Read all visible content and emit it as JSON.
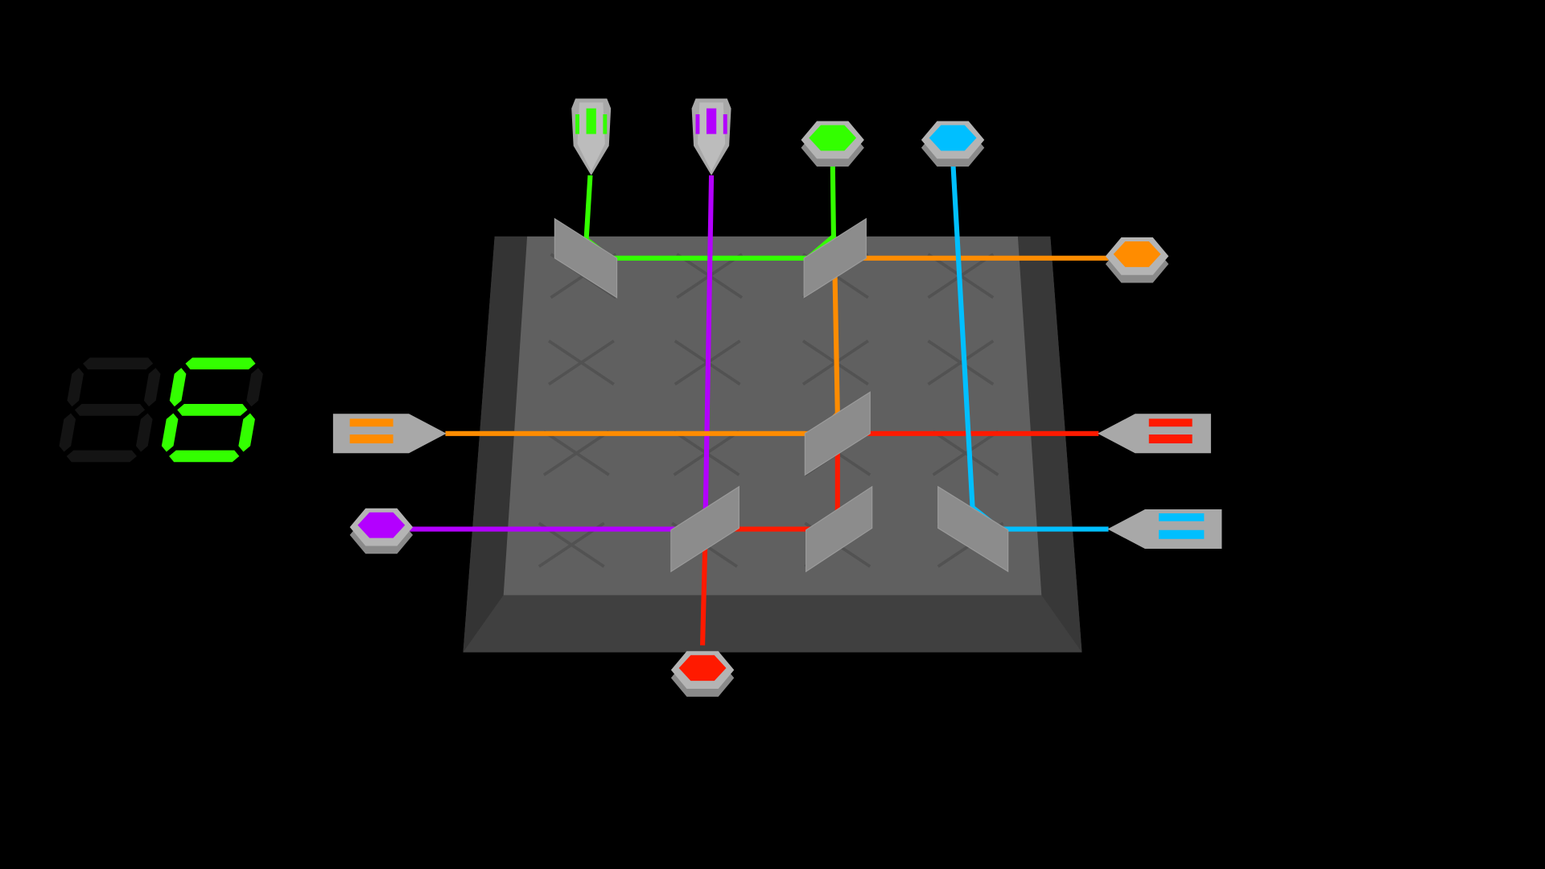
{
  "score": {
    "value": "6",
    "digits": [
      "",
      "6"
    ],
    "lit_color": "#33ff00",
    "unlit_color": "#141414"
  },
  "colors": {
    "green": "#33ff00",
    "purple": "#b300ff",
    "orange": "#ff8c00",
    "red": "#ff1a00",
    "cyan": "#00bfff",
    "board_outer": "#3c3c3c",
    "board_inner": "#606060",
    "mirror": "#8c8c8c",
    "device": "#a8a8a8"
  },
  "grid": {
    "rows": 4,
    "cols": 4
  }
}
